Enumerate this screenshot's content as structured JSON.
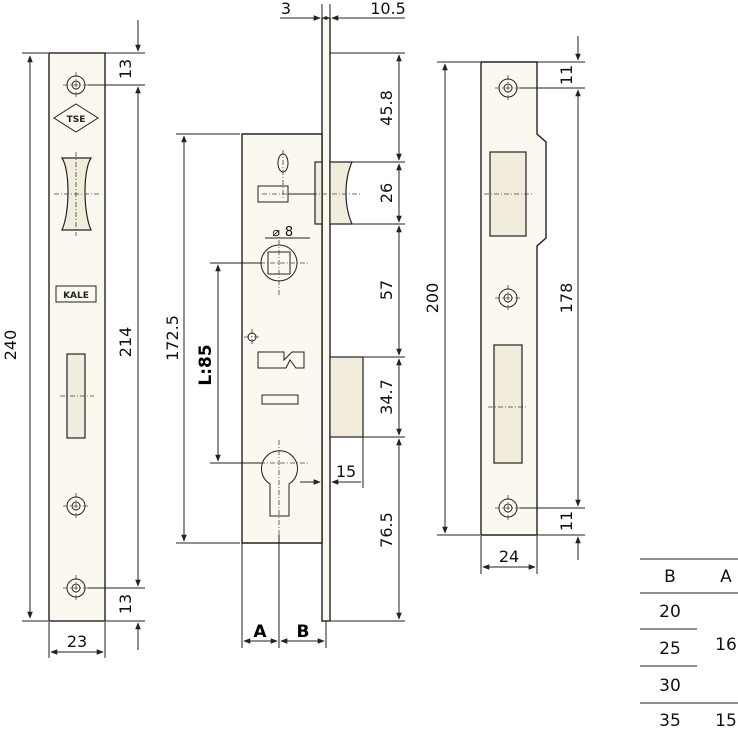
{
  "faceplate_left": {
    "dim_height": "240",
    "dim_inner": "214",
    "dim_top": "13",
    "dim_bottom": "13",
    "dim_width": "23",
    "logo_tse": "TSE",
    "logo_kale": "KALE"
  },
  "lock_body": {
    "dim_top_left": "3",
    "dim_top_right": "10.5",
    "dim_45": "45.8",
    "dim_26": "26",
    "dim_57": "57",
    "dim_347": "34.7",
    "dim_765": "76.5",
    "dim_15": "15",
    "dim_1725": "172.5",
    "dim_L85": "L:85",
    "dim_8": "8",
    "label_a": "A",
    "label_b": "B"
  },
  "strike_plate": {
    "dim_height": "200",
    "dim_inner": "178",
    "dim_top": "11",
    "dim_bottom": "11",
    "dim_width": "24"
  },
  "table": {
    "col_b": "B",
    "col_a": "A",
    "b_values": [
      "20",
      "25",
      "30",
      "35"
    ],
    "a_group": "16",
    "a_last": "15"
  }
}
